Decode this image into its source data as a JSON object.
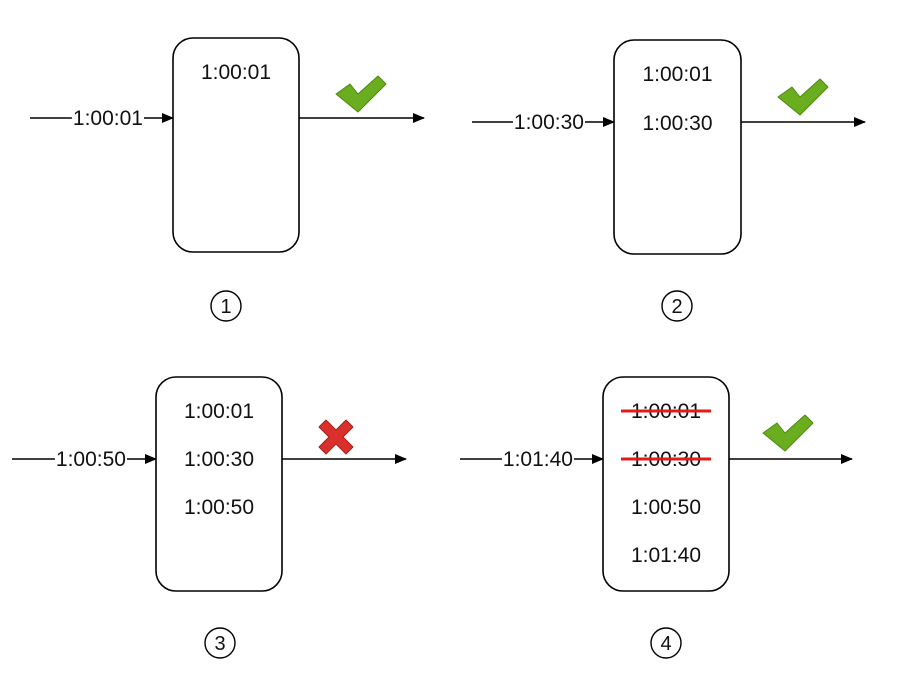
{
  "colors": {
    "line": "#000000",
    "check": "#6aad1e",
    "cross": "#d9302c",
    "strike": "#e01b1b"
  },
  "panels": [
    {
      "number": "1",
      "input": "1:00:01",
      "result": "check-icon",
      "entries": [
        {
          "time": "1:00:01",
          "removed": false
        }
      ]
    },
    {
      "number": "2",
      "input": "1:00:30",
      "result": "check-icon",
      "entries": [
        {
          "time": "1:00:01",
          "removed": false
        },
        {
          "time": "1:00:30",
          "removed": false
        }
      ]
    },
    {
      "number": "3",
      "input": "1:00:50",
      "result": "cross-icon",
      "entries": [
        {
          "time": "1:00:01",
          "removed": false
        },
        {
          "time": "1:00:30",
          "removed": false
        },
        {
          "time": "1:00:50",
          "removed": false
        }
      ]
    },
    {
      "number": "4",
      "input": "1:01:40",
      "result": "check-icon",
      "entries": [
        {
          "time": "1:00:01",
          "removed": true
        },
        {
          "time": "1:00:30",
          "removed": true
        },
        {
          "time": "1:00:50",
          "removed": false
        },
        {
          "time": "1:01:40",
          "removed": false
        }
      ]
    }
  ]
}
